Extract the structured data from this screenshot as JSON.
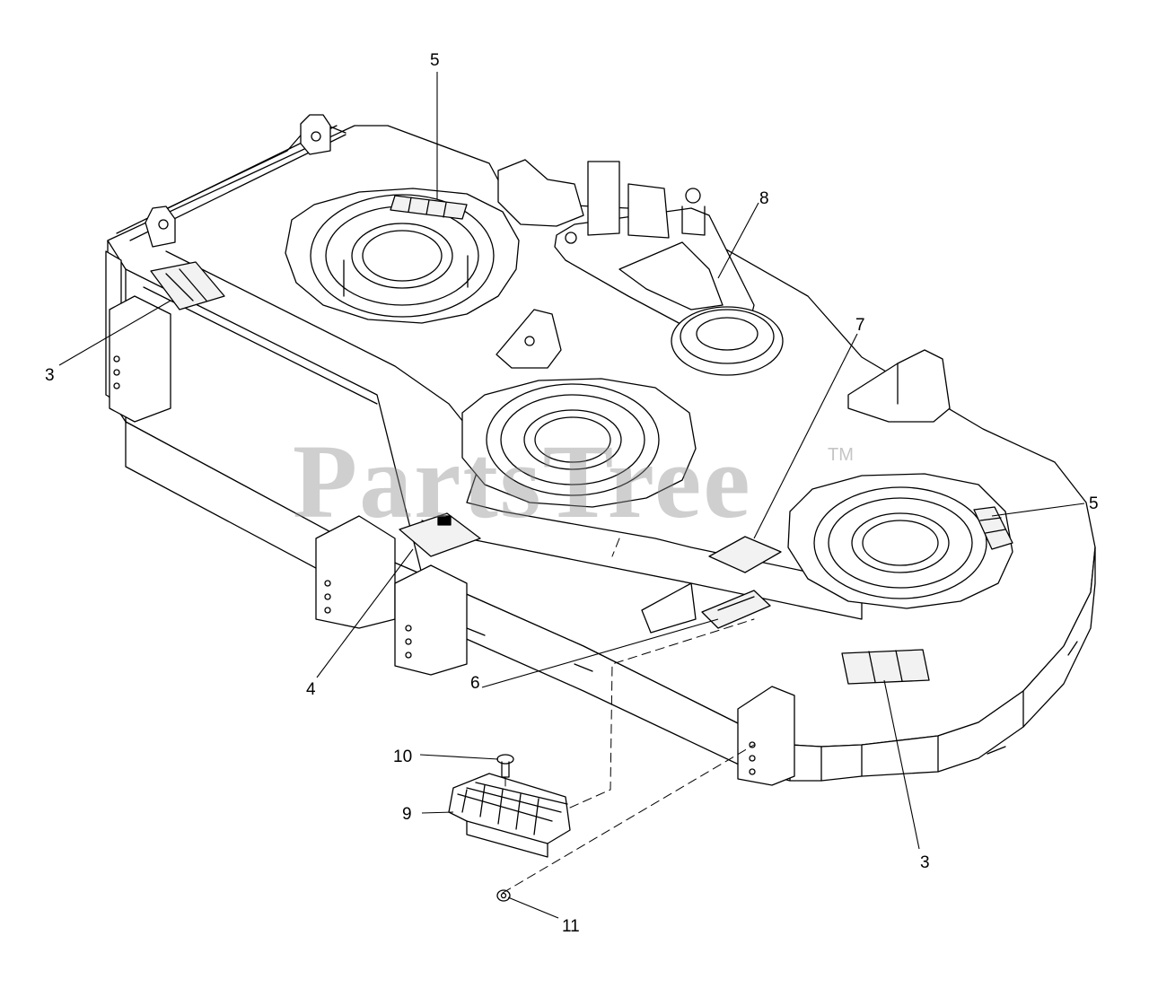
{
  "watermark": {
    "text": "PartsTree",
    "trademark": "TM"
  },
  "callouts": [
    {
      "id": "c5-top",
      "label": "5"
    },
    {
      "id": "c8",
      "label": "8"
    },
    {
      "id": "c7",
      "label": "7"
    },
    {
      "id": "c3-left",
      "label": "3"
    },
    {
      "id": "c5-right",
      "label": "5"
    },
    {
      "id": "c4",
      "label": "4"
    },
    {
      "id": "c6",
      "label": "6"
    },
    {
      "id": "c3-bottom",
      "label": "3"
    },
    {
      "id": "c10",
      "label": "10"
    },
    {
      "id": "c9",
      "label": "9"
    },
    {
      "id": "c11",
      "label": "11"
    }
  ]
}
